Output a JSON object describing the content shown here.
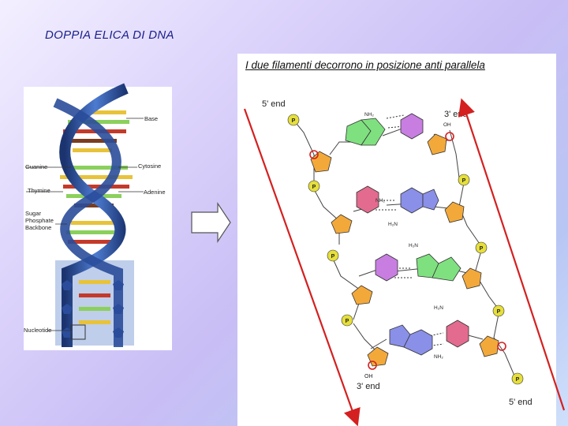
{
  "slide": {
    "title": "DOPPIA ELICA DI DNA",
    "subtitle": "I due filamenti decorrono in posizione anti parallela"
  },
  "helix_labels": {
    "base": "Base",
    "guanine": "Guanine",
    "cytosine": "Cytosine",
    "thymine": "Thymine",
    "adenine": "Adenine",
    "sugar_backbone": [
      "Sugar",
      "Phosphate",
      "Backbone"
    ],
    "nucleotide": "Nucleotide"
  },
  "structure_labels": {
    "five_prime_top": "5' end",
    "three_prime_top": "3' end",
    "three_prime_bottom": "3' end",
    "five_prime_bottom": "5' end",
    "oh": "OH",
    "phosphate": "P",
    "h2n": "H₂N",
    "nh2": "NH₂"
  },
  "colors": {
    "title": "#1a1f8a",
    "arrow_red": "#d42020",
    "helix_blue": "#2a4c9a",
    "sugar": "#f3a93a",
    "phosphate": "#e6df3c",
    "guanine": "#7fe07f",
    "cytosine": "#e26b8f",
    "thymine": "#c77ee0",
    "adenine": "#8a8fe8"
  }
}
